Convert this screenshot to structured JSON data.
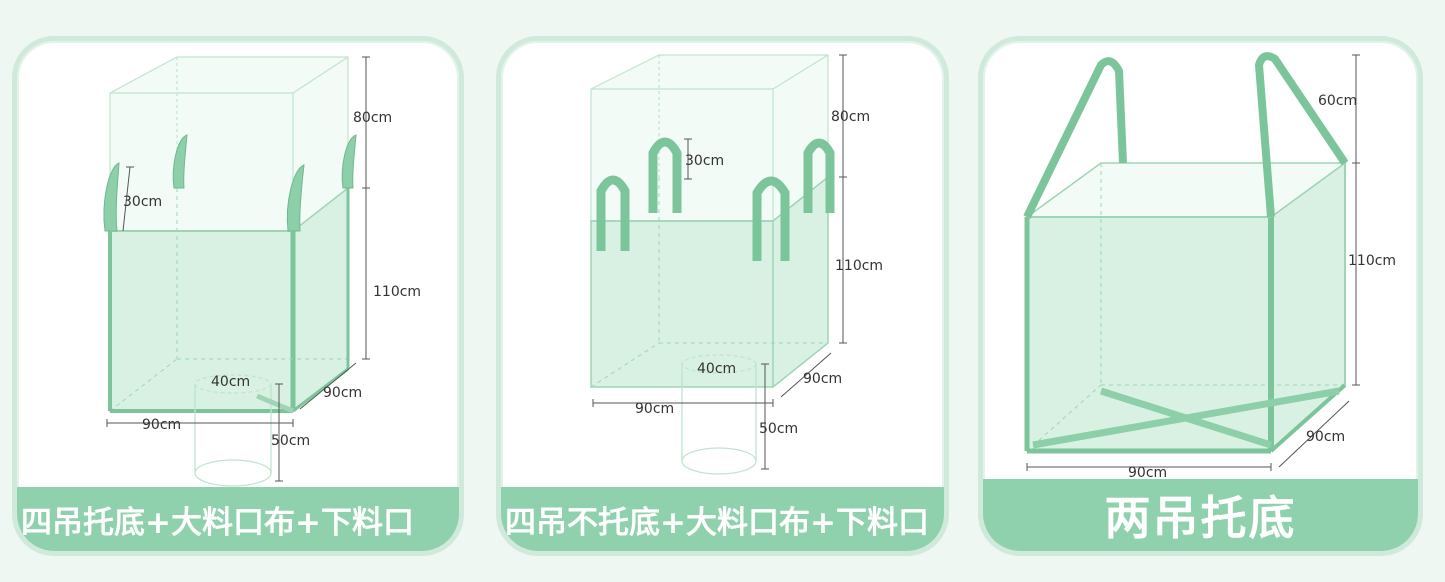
{
  "panels": [
    {
      "caption": "四吊托底+大料口布+下料口",
      "dims": {
        "top_height": "80cm",
        "loop_height": "30cm",
        "body_height": "110cm",
        "width": "90cm",
        "depth": "90cm",
        "spout_diameter": "40cm",
        "spout_height": "50cm"
      }
    },
    {
      "caption": "四吊不托底+大料口布+下料口",
      "dims": {
        "top_height": "80cm",
        "loop_height": "30cm",
        "body_height": "110cm",
        "width": "90cm",
        "depth": "90cm",
        "spout_diameter": "40cm",
        "spout_height": "50cm"
      }
    },
    {
      "caption": "两吊托底",
      "dims": {
        "loop_height": "60cm",
        "body_height": "110cm",
        "width": "90cm",
        "depth": "90cm"
      }
    }
  ],
  "colors": {
    "strap": "#7cc59b",
    "fill": "#d9f1e2",
    "edge": "#9fd5b5",
    "caption_bg": "#8fd0ad",
    "background": "#eef7f1"
  }
}
